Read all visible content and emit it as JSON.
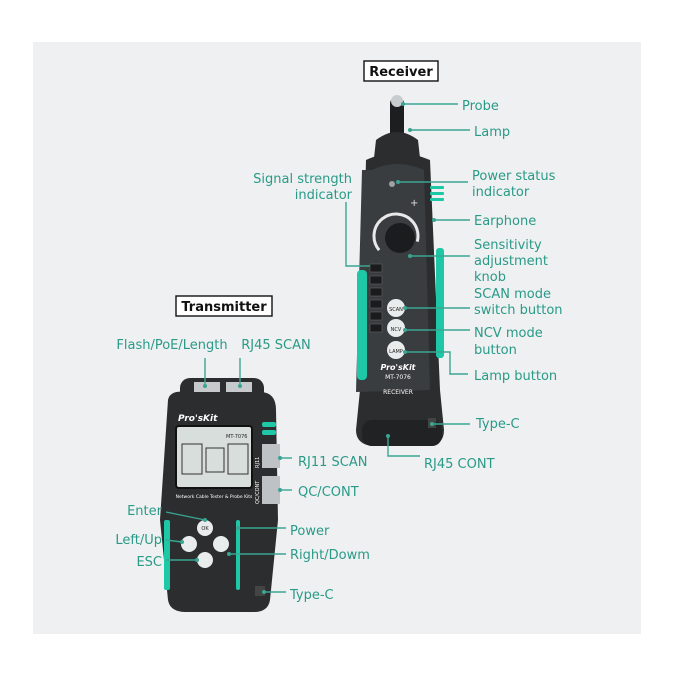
{
  "colors": {
    "label": "#2a9a88",
    "leader": "#3aa592",
    "accent": "#1ec7a6",
    "body": "#2b2d2f",
    "background": "#eef0f1"
  },
  "headings": {
    "receiver": "Receiver",
    "transmitter": "Transmitter"
  },
  "device_text": {
    "receiver_brand": "Pro'sKit",
    "receiver_model": "MT-7076",
    "receiver_name": "RECEIVER",
    "transmitter_brand": "Pro'sKit",
    "transmitter_model": "MT-7076",
    "transmitter_name": "Network Cable Tester & Probe Kits",
    "button_scan": "SCAN",
    "button_ncv": "NCV",
    "button_lamp": "LAMP",
    "button_enter": "OK",
    "port_rj11": "RJ11",
    "port_qc": "QC/CONT"
  },
  "receiver_labels": {
    "probe": "Probe",
    "lamp": "Lamp",
    "power_status_1": "Power status",
    "power_status_2": "indicator",
    "signal_1": "Signal strength",
    "signal_2": "indicator",
    "earphone": "Earphone",
    "sensitivity_1": "Sensitivity",
    "sensitivity_2": "adjustment",
    "sensitivity_3": "knob",
    "scan_1": "SCAN mode",
    "scan_2": "switch button",
    "ncv_1": "NCV mode",
    "ncv_2": "button",
    "lamp_button": "Lamp button",
    "typec": "Type-C",
    "rj45_cont": "RJ45 CONT"
  },
  "transmitter_labels": {
    "flash": "Flash/PoE/Length",
    "rj45_scan": "RJ45 SCAN",
    "rj11_scan": "RJ11 SCAN",
    "qc_cont": "QC/CONT",
    "enter": "Enter",
    "left_up": "Left/Up",
    "esc": "ESC",
    "power": "Power",
    "right_down": "Right/Dowm",
    "typec": "Type-C"
  }
}
